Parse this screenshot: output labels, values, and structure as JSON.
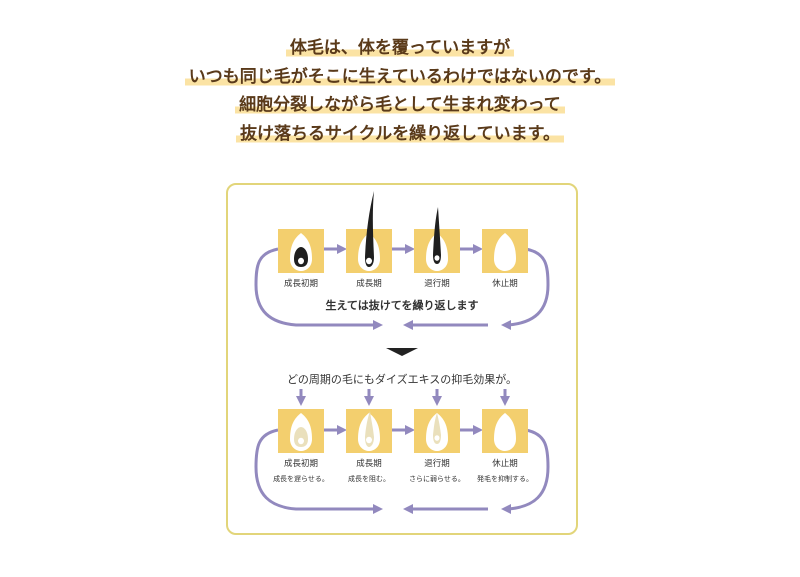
{
  "intro": {
    "lines": [
      "体毛は、体を覆っていますが",
      "いつも同じ毛がそこに生えているわけではないのです。",
      "細胞分裂しながら毛として生まれ変わって",
      "抜け落ちるサイクルを繰り返しています。"
    ]
  },
  "cycle_top": {
    "stages": [
      "成長初期",
      "成長期",
      "退行期",
      "休止期"
    ],
    "caption": "生えては抜けてを繰り返します"
  },
  "cycle_bottom": {
    "question": "どの周期の毛にもダイズエキスの抑毛効果が。",
    "stages": [
      "成長初期",
      "成長期",
      "退行期",
      "休止期"
    ],
    "notes": [
      "成長を遅らせる。",
      "成長を阻む。",
      "さらに弱らせる。",
      "発毛を抑制する。"
    ]
  },
  "colors": {
    "text_brown": "#5a3a1a",
    "highlight": "#fbe3a4",
    "panel_border": "#e2d57a",
    "tile_gold": "#f3cf6e",
    "arrow_purple": "#9289be",
    "hair_dark": "#1f1f1f",
    "hair_faded": "#eae0bc",
    "marker_black": "#222222"
  }
}
